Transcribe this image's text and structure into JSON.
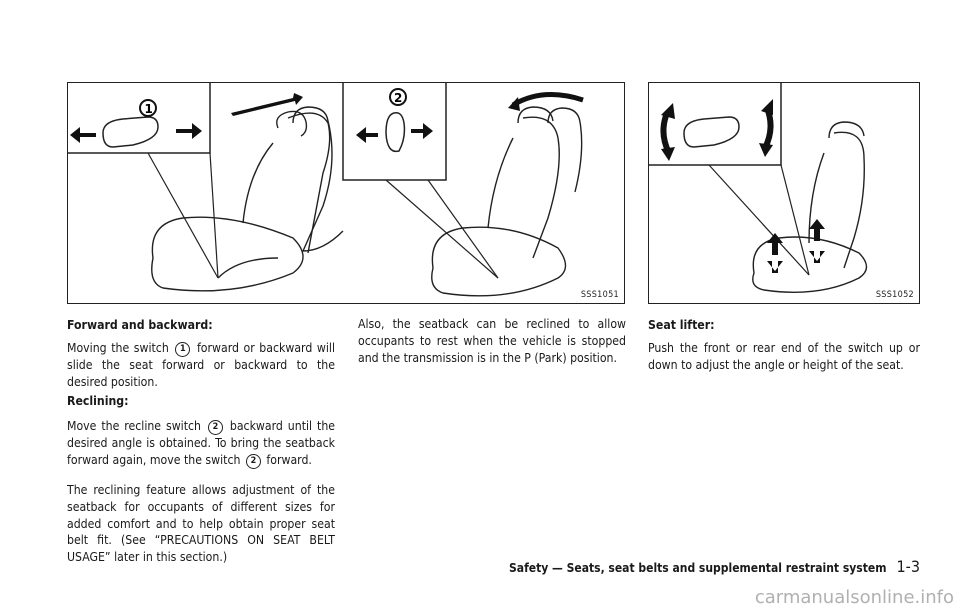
{
  "figures": {
    "left_code": "SSS1051",
    "right_code": "SSS1052",
    "markers": {
      "one": "1",
      "two": "2"
    }
  },
  "col1": {
    "heading1": "Forward and backward:",
    "p1_a": "Moving the switch",
    "p1_b": "forward or backward will slide the seat forward or backward to the desired position.",
    "heading2": "Reclining:",
    "p2_a": "Move the recline switch",
    "p2_b": "backward until the desired angle is obtained. To bring the seatback forward again, move the switch",
    "p2_c": "forward.",
    "p3": "The reclining feature allows adjustment of the seatback for occupants of different sizes for added comfort and to help obtain proper seat belt fit. (See “PRECAUTIONS ON SEAT BELT USAGE” later in this section.)"
  },
  "col2": {
    "p1": "Also, the seatback can be reclined to allow occupants to rest when the vehicle is stopped and the transmission is in the P (Park) position."
  },
  "col3": {
    "heading": "Seat lifter:",
    "p1": "Push the front or rear end of the switch up or down to adjust the angle or height of the seat."
  },
  "footer": {
    "section": "Safety — Seats, seat belts and supplemental restraint system",
    "page": "1-3"
  },
  "watermark": "carmanualsonline.info"
}
